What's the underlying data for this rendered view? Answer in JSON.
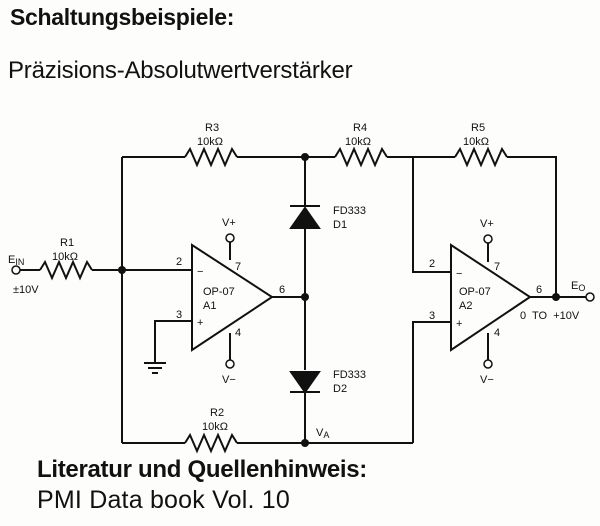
{
  "header": {
    "title": "Schaltungsbeispiele:",
    "subtitle": "Präzisions-Absolutwertverstärker"
  },
  "circuit": {
    "input_label": "E",
    "input_sub": "IN",
    "input_range": "±10V",
    "output_label": "E",
    "output_sub": "O",
    "output_range": "0  TO  +10V",
    "node_label": "V",
    "node_sub": "A",
    "resistors": [
      {
        "name": "R1",
        "value": "10kΩ"
      },
      {
        "name": "R2",
        "value": "10kΩ"
      },
      {
        "name": "R3",
        "value": "10kΩ"
      },
      {
        "name": "R4",
        "value": "10kΩ"
      },
      {
        "name": "R5",
        "value": "10kΩ"
      }
    ],
    "diodes": [
      {
        "part": "FD333",
        "name": "D1"
      },
      {
        "part": "FD333",
        "name": "D2"
      }
    ],
    "opamps": [
      {
        "part": "OP-07",
        "name": "A1",
        "pin_inv": "2",
        "pin_noninv": "3",
        "pin_out": "6",
        "pin_vpos": "7",
        "pin_vneg": "4",
        "vpos": "V+",
        "vneg": "V−",
        "minus": "−",
        "plus": "+"
      },
      {
        "part": "OP-07",
        "name": "A2",
        "pin_inv": "2",
        "pin_noninv": "3",
        "pin_out": "6",
        "pin_vpos": "7",
        "pin_vneg": "4",
        "vpos": "V+",
        "vneg": "V−",
        "minus": "−",
        "plus": "+"
      }
    ]
  },
  "references": {
    "title": "Literatur und Quellenhinweis:",
    "text": "PMI Data book Vol. 10"
  }
}
